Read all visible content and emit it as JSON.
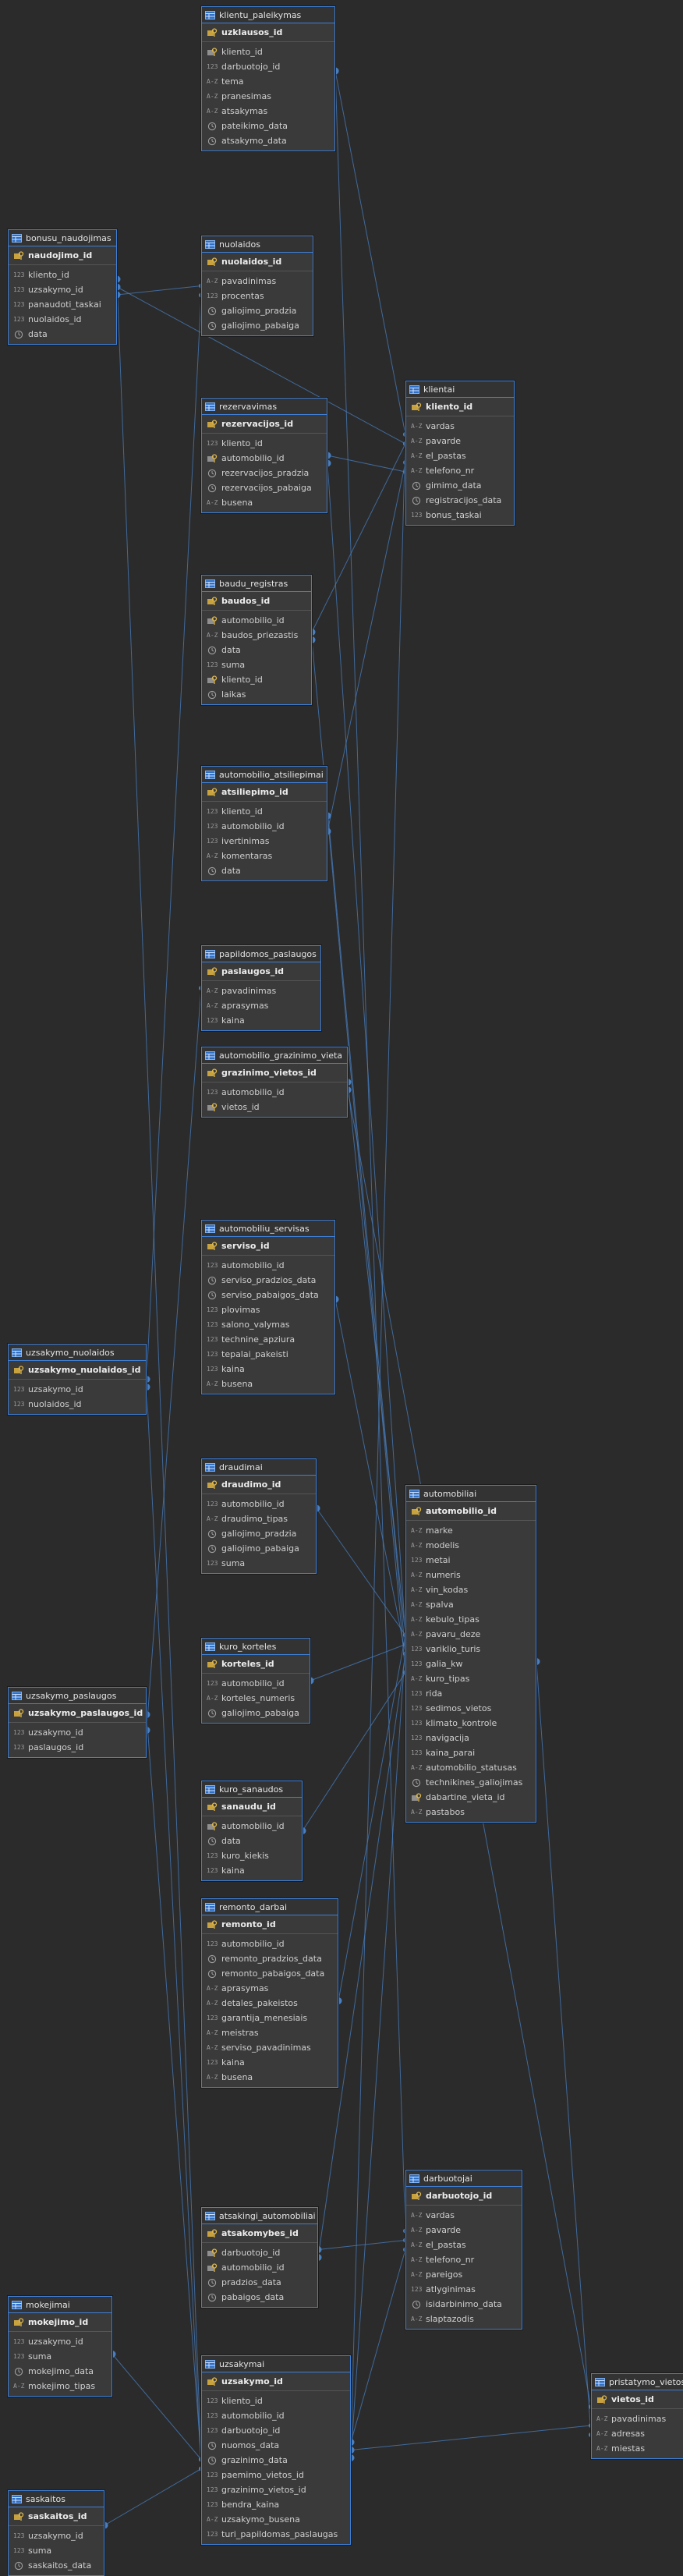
{
  "colors": {
    "background": "#2b2b2b",
    "table_fill": "#3a3a3a",
    "table_border": "#3f7fd6",
    "link": "#4a7fbf",
    "text": "#d8d8d8"
  },
  "icons": {
    "table": "table-icon",
    "pk": "key-icon",
    "fk": "foreign-key-icon",
    "num": "numeric-type-icon",
    "txt": "text-type-icon",
    "time": "clock-type-icon"
  },
  "tables": [
    {
      "id": "klientu_paleikymas",
      "name": "klientu_paleikymas",
      "columns": [
        {
          "name": "uzklausos_id",
          "kind": "pk"
        },
        {
          "name": "kliento_id",
          "kind": "fk"
        },
        {
          "name": "darbuotojo_id",
          "kind": "num"
        },
        {
          "name": "tema",
          "kind": "txt"
        },
        {
          "name": "pranesimas",
          "kind": "txt"
        },
        {
          "name": "atsakymas",
          "kind": "txt"
        },
        {
          "name": "pateikimo_data",
          "kind": "time"
        },
        {
          "name": "atsakymo_data",
          "kind": "time"
        }
      ]
    },
    {
      "id": "bonusu_naudojimas",
      "name": "bonusu_naudojimas",
      "columns": [
        {
          "name": "naudojimo_id",
          "kind": "pk"
        },
        {
          "name": "kliento_id",
          "kind": "num"
        },
        {
          "name": "uzsakymo_id",
          "kind": "num"
        },
        {
          "name": "panaudoti_taskai",
          "kind": "num"
        },
        {
          "name": "nuolaidos_id",
          "kind": "num"
        },
        {
          "name": "data",
          "kind": "time"
        }
      ]
    },
    {
      "id": "nuolaidos",
      "name": "nuolaidos",
      "columns": [
        {
          "name": "nuolaidos_id",
          "kind": "pk"
        },
        {
          "name": "pavadinimas",
          "kind": "txt"
        },
        {
          "name": "procentas",
          "kind": "num"
        },
        {
          "name": "galiojimo_pradzia",
          "kind": "time"
        },
        {
          "name": "galiojimo_pabaiga",
          "kind": "time"
        }
      ]
    },
    {
      "id": "klientai",
      "name": "klientai",
      "columns": [
        {
          "name": "kliento_id",
          "kind": "pk"
        },
        {
          "name": "vardas",
          "kind": "txt"
        },
        {
          "name": "pavarde",
          "kind": "txt"
        },
        {
          "name": "el_pastas",
          "kind": "txt"
        },
        {
          "name": "telefono_nr",
          "kind": "txt"
        },
        {
          "name": "gimimo_data",
          "kind": "time"
        },
        {
          "name": "registracijos_data",
          "kind": "time"
        },
        {
          "name": "bonus_taskai",
          "kind": "num"
        }
      ]
    },
    {
      "id": "rezervavimas",
      "name": "rezervavimas",
      "columns": [
        {
          "name": "rezervacijos_id",
          "kind": "pk"
        },
        {
          "name": "kliento_id",
          "kind": "num"
        },
        {
          "name": "automobilio_id",
          "kind": "fk"
        },
        {
          "name": "rezervacijos_pradzia",
          "kind": "time"
        },
        {
          "name": "rezervacijos_pabaiga",
          "kind": "time"
        },
        {
          "name": "busena",
          "kind": "txt"
        }
      ]
    },
    {
      "id": "baudu_registras",
      "name": "baudu_registras",
      "columns": [
        {
          "name": "baudos_id",
          "kind": "pk"
        },
        {
          "name": "automobilio_id",
          "kind": "fk"
        },
        {
          "name": "baudos_priezastis",
          "kind": "txt"
        },
        {
          "name": "data",
          "kind": "time"
        },
        {
          "name": "suma",
          "kind": "num"
        },
        {
          "name": "kliento_id",
          "kind": "fk"
        },
        {
          "name": "laikas",
          "kind": "time"
        }
      ]
    },
    {
      "id": "automobilio_atsiliepimai",
      "name": "automobilio_atsiliepimai",
      "columns": [
        {
          "name": "atsiliepimo_id",
          "kind": "pk"
        },
        {
          "name": "kliento_id",
          "kind": "num"
        },
        {
          "name": "automobilio_id",
          "kind": "num"
        },
        {
          "name": "ivertinimas",
          "kind": "num"
        },
        {
          "name": "komentaras",
          "kind": "txt"
        },
        {
          "name": "data",
          "kind": "time"
        }
      ]
    },
    {
      "id": "papildomos_paslaugos",
      "name": "papildomos_paslaugos",
      "columns": [
        {
          "name": "paslaugos_id",
          "kind": "pk"
        },
        {
          "name": "pavadinimas",
          "kind": "txt"
        },
        {
          "name": "aprasymas",
          "kind": "txt"
        },
        {
          "name": "kaina",
          "kind": "num"
        }
      ]
    },
    {
      "id": "automobilio_grazinimo_vieta",
      "name": "automobilio_grazinimo_vieta",
      "columns": [
        {
          "name": "grazinimo_vietos_id",
          "kind": "pk"
        },
        {
          "name": "automobilio_id",
          "kind": "num"
        },
        {
          "name": "vietos_id",
          "kind": "fk"
        }
      ]
    },
    {
      "id": "automobiliu_servisas",
      "name": "automobiliu_servisas",
      "columns": [
        {
          "name": "serviso_id",
          "kind": "pk"
        },
        {
          "name": "automobilio_id",
          "kind": "num"
        },
        {
          "name": "serviso_pradzios_data",
          "kind": "time"
        },
        {
          "name": "serviso_pabaigos_data",
          "kind": "time"
        },
        {
          "name": "plovimas",
          "kind": "num"
        },
        {
          "name": "salono_valymas",
          "kind": "num"
        },
        {
          "name": "technine_apziura",
          "kind": "num"
        },
        {
          "name": "tepalai_pakeisti",
          "kind": "num"
        },
        {
          "name": "kaina",
          "kind": "num"
        },
        {
          "name": "busena",
          "kind": "txt"
        }
      ]
    },
    {
      "id": "uzsakymo_nuolaidos",
      "name": "uzsakymo_nuolaidos",
      "columns": [
        {
          "name": "uzsakymo_nuolaidos_id",
          "kind": "pk"
        },
        {
          "name": "uzsakymo_id",
          "kind": "num"
        },
        {
          "name": "nuolaidos_id",
          "kind": "num"
        }
      ]
    },
    {
      "id": "draudimai",
      "name": "draudimai",
      "columns": [
        {
          "name": "draudimo_id",
          "kind": "pk"
        },
        {
          "name": "automobilio_id",
          "kind": "num"
        },
        {
          "name": "draudimo_tipas",
          "kind": "txt"
        },
        {
          "name": "galiojimo_pradzia",
          "kind": "time"
        },
        {
          "name": "galiojimo_pabaiga",
          "kind": "time"
        },
        {
          "name": "suma",
          "kind": "num"
        }
      ]
    },
    {
      "id": "automobiliai",
      "name": "automobiliai",
      "columns": [
        {
          "name": "automobilio_id",
          "kind": "pk"
        },
        {
          "name": "marke",
          "kind": "txt"
        },
        {
          "name": "modelis",
          "kind": "txt"
        },
        {
          "name": "metai",
          "kind": "num"
        },
        {
          "name": "numeris",
          "kind": "txt"
        },
        {
          "name": "vin_kodas",
          "kind": "txt"
        },
        {
          "name": "spalva",
          "kind": "txt"
        },
        {
          "name": "kebulo_tipas",
          "kind": "txt"
        },
        {
          "name": "pavaru_deze",
          "kind": "txt"
        },
        {
          "name": "variklio_turis",
          "kind": "num"
        },
        {
          "name": "galia_kw",
          "kind": "num"
        },
        {
          "name": "kuro_tipas",
          "kind": "txt"
        },
        {
          "name": "rida",
          "kind": "num"
        },
        {
          "name": "sedimos_vietos",
          "kind": "num"
        },
        {
          "name": "klimato_kontrole",
          "kind": "num"
        },
        {
          "name": "navigacija",
          "kind": "num"
        },
        {
          "name": "kaina_parai",
          "kind": "num"
        },
        {
          "name": "automobilio_statusas",
          "kind": "txt"
        },
        {
          "name": "technikines_galiojimas",
          "kind": "time"
        },
        {
          "name": "dabartine_vieta_id",
          "kind": "fk"
        },
        {
          "name": "pastabos",
          "kind": "txt"
        }
      ]
    },
    {
      "id": "kuro_korteles",
      "name": "kuro_korteles",
      "columns": [
        {
          "name": "korteles_id",
          "kind": "pk"
        },
        {
          "name": "automobilio_id",
          "kind": "num"
        },
        {
          "name": "korteles_numeris",
          "kind": "txt"
        },
        {
          "name": "galiojimo_pabaiga",
          "kind": "time"
        }
      ]
    },
    {
      "id": "uzsakymo_paslaugos",
      "name": "uzsakymo_paslaugos",
      "columns": [
        {
          "name": "uzsakymo_paslaugos_id",
          "kind": "pk"
        },
        {
          "name": "uzsakymo_id",
          "kind": "num"
        },
        {
          "name": "paslaugos_id",
          "kind": "num"
        }
      ]
    },
    {
      "id": "kuro_sanaudos",
      "name": "kuro_sanaudos",
      "columns": [
        {
          "name": "sanaudu_id",
          "kind": "pk"
        },
        {
          "name": "automobilio_id",
          "kind": "fk"
        },
        {
          "name": "data",
          "kind": "time"
        },
        {
          "name": "kuro_kiekis",
          "kind": "num"
        },
        {
          "name": "kaina",
          "kind": "num"
        }
      ]
    },
    {
      "id": "remonto_darbai",
      "name": "remonto_darbai",
      "columns": [
        {
          "name": "remonto_id",
          "kind": "pk"
        },
        {
          "name": "automobilio_id",
          "kind": "num"
        },
        {
          "name": "remonto_pradzios_data",
          "kind": "time"
        },
        {
          "name": "remonto_pabaigos_data",
          "kind": "time"
        },
        {
          "name": "aprasymas",
          "kind": "txt"
        },
        {
          "name": "detales_pakeistos",
          "kind": "txt"
        },
        {
          "name": "garantija_menesiais",
          "kind": "num"
        },
        {
          "name": "meistras",
          "kind": "txt"
        },
        {
          "name": "serviso_pavadinimas",
          "kind": "txt"
        },
        {
          "name": "kaina",
          "kind": "num"
        },
        {
          "name": "busena",
          "kind": "txt"
        }
      ]
    },
    {
      "id": "darbuotojai",
      "name": "darbuotojai",
      "columns": [
        {
          "name": "darbuotojo_id",
          "kind": "pk"
        },
        {
          "name": "vardas",
          "kind": "txt"
        },
        {
          "name": "pavarde",
          "kind": "txt"
        },
        {
          "name": "el_pastas",
          "kind": "txt"
        },
        {
          "name": "telefono_nr",
          "kind": "txt"
        },
        {
          "name": "pareigos",
          "kind": "txt"
        },
        {
          "name": "atlyginimas",
          "kind": "num"
        },
        {
          "name": "isidarbinimo_data",
          "kind": "time"
        },
        {
          "name": "slaptazodis",
          "kind": "txt"
        }
      ]
    },
    {
      "id": "atsakingi_automobiliai",
      "name": "atsakingi_automobiliai",
      "columns": [
        {
          "name": "atsakomybes_id",
          "kind": "pk"
        },
        {
          "name": "darbuotojo_id",
          "kind": "fk"
        },
        {
          "name": "automobilio_id",
          "kind": "fk"
        },
        {
          "name": "pradzios_data",
          "kind": "time"
        },
        {
          "name": "pabaigos_data",
          "kind": "time"
        }
      ]
    },
    {
      "id": "mokejimai",
      "name": "mokejimai",
      "columns": [
        {
          "name": "mokejimo_id",
          "kind": "pk"
        },
        {
          "name": "uzsakymo_id",
          "kind": "num"
        },
        {
          "name": "suma",
          "kind": "num"
        },
        {
          "name": "mokejimo_data",
          "kind": "time"
        },
        {
          "name": "mokejimo_tipas",
          "kind": "txt"
        }
      ]
    },
    {
      "id": "uzsakymai",
      "name": "uzsakymai",
      "columns": [
        {
          "name": "uzsakymo_id",
          "kind": "pk"
        },
        {
          "name": "kliento_id",
          "kind": "num"
        },
        {
          "name": "automobilio_id",
          "kind": "num"
        },
        {
          "name": "darbuotojo_id",
          "kind": "num"
        },
        {
          "name": "nuomos_data",
          "kind": "time"
        },
        {
          "name": "grazinimo_data",
          "kind": "time"
        },
        {
          "name": "paemimo_vietos_id",
          "kind": "num"
        },
        {
          "name": "grazinimo_vietos_id",
          "kind": "num"
        },
        {
          "name": "bendra_kaina",
          "kind": "num"
        },
        {
          "name": "uzsakymo_busena",
          "kind": "txt"
        },
        {
          "name": "turi_papildomas_paslaugas",
          "kind": "num"
        }
      ]
    },
    {
      "id": "pristatymo_vietos",
      "name": "pristatymo_vietos",
      "columns": [
        {
          "name": "vietos_id",
          "kind": "pk"
        },
        {
          "name": "pavadinimas",
          "kind": "txt"
        },
        {
          "name": "adresas",
          "kind": "txt"
        },
        {
          "name": "miestas",
          "kind": "txt"
        }
      ]
    },
    {
      "id": "saskaitos",
      "name": "saskaitos",
      "columns": [
        {
          "name": "saskaitos_id",
          "kind": "pk"
        },
        {
          "name": "uzsakymo_id",
          "kind": "num"
        },
        {
          "name": "suma",
          "kind": "num"
        },
        {
          "name": "saskaitos_data",
          "kind": "time"
        }
      ]
    }
  ],
  "relationships": [
    [
      "klientu_paleikymas",
      "klientai"
    ],
    [
      "bonusu_naudojimas",
      "klientai"
    ],
    [
      "bonusu_naudojimas",
      "nuolaidos"
    ],
    [
      "bonusu_naudojimas",
      "uzsakymai"
    ],
    [
      "rezervavimas",
      "klientai"
    ],
    [
      "rezervavimas",
      "automobiliai"
    ],
    [
      "baudu_registras",
      "klientai"
    ],
    [
      "baudu_registras",
      "automobiliai"
    ],
    [
      "automobilio_atsiliepimai",
      "klientai"
    ],
    [
      "automobilio_atsiliepimai",
      "automobiliai"
    ],
    [
      "automobilio_grazinimo_vieta",
      "automobiliai"
    ],
    [
      "automobilio_grazinimo_vieta",
      "pristatymo_vietos"
    ],
    [
      "automobiliu_servisas",
      "automobiliai"
    ],
    [
      "uzsakymo_nuolaidos",
      "nuolaidos"
    ],
    [
      "uzsakymo_nuolaidos",
      "uzsakymai"
    ],
    [
      "draudimai",
      "automobiliai"
    ],
    [
      "kuro_korteles",
      "automobiliai"
    ],
    [
      "uzsakymo_paslaugos",
      "papildomos_paslaugos"
    ],
    [
      "uzsakymo_paslaugos",
      "uzsakymai"
    ],
    [
      "kuro_sanaudos",
      "automobiliai"
    ],
    [
      "remonto_darbai",
      "automobiliai"
    ],
    [
      "atsakingi_automobiliai",
      "darbuotojai"
    ],
    [
      "atsakingi_automobiliai",
      "automobiliai"
    ],
    [
      "mokejimai",
      "uzsakymai"
    ],
    [
      "saskaitos",
      "uzsakymai"
    ],
    [
      "uzsakymai",
      "klientai"
    ],
    [
      "uzsakymai",
      "automobiliai"
    ],
    [
      "uzsakymai",
      "darbuotojai"
    ],
    [
      "uzsakymai",
      "pristatymo_vietos"
    ],
    [
      "automobiliai",
      "pristatymo_vietos"
    ],
    [
      "klientu_paleikymas",
      "darbuotojai"
    ]
  ]
}
